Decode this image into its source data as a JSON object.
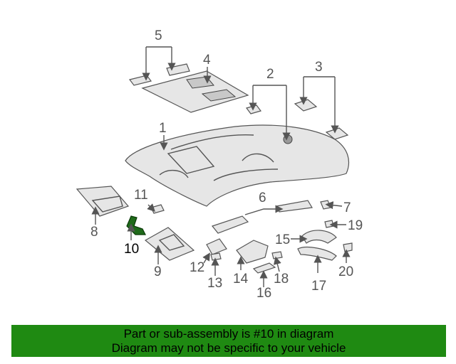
{
  "callouts": {
    "c1": "1",
    "c2": "2",
    "c3": "3",
    "c4": "4",
    "c5": "5",
    "c6": "6",
    "c7": "7",
    "c8": "8",
    "c9": "9",
    "c10": "10",
    "c11": "11",
    "c12": "12",
    "c13": "13",
    "c14": "14",
    "c15": "15",
    "c16": "16",
    "c17": "17",
    "c18": "18",
    "c19": "19",
    "c20": "20"
  },
  "highlighted_part": "10",
  "banner": {
    "line1": "Part or sub-assembly is #10 in diagram",
    "line2": "Diagram may not be specific to your vehicle",
    "color": "#1f8a12"
  }
}
